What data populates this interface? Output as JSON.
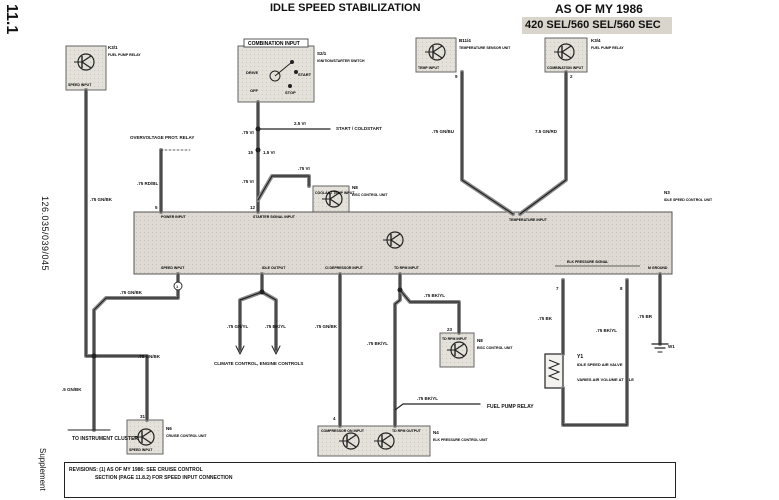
{
  "header": {
    "title": "IDLE SPEED STABILIZATION",
    "as_of": "AS OF MY 1986",
    "models": "420 SEL/560 SEL/560 SEC",
    "page_ref": "11.1",
    "part_no": "126.035/039/045",
    "supplement": "Supplement"
  },
  "units": {
    "controller": {
      "code": "N3",
      "name": "IDLE SPEED CONTROL UNIT",
      "inputs": [
        "POWER INPUT",
        "STARTER SIGNAL INPUT",
        "TEMPERATURE INPUT"
      ],
      "outputs": [
        "SPEED INPUT",
        "IDLE OUTPUT",
        "CI DEPRESSOR INPUT",
        "TD RPM INPUT",
        "ELK PRESSURE SIGNAL",
        "M GROUND"
      ]
    },
    "fuel_pump_relay_left": {
      "code": "K3/1",
      "name": "FUEL PUMP RELAY",
      "tag": "SPEED INPUT"
    },
    "ignition_switch": {
      "code": "S2/1",
      "name": "IGNITION/STARTER SWITCH",
      "tag": "COMBINATION INPUT",
      "positions": [
        "DRIVE",
        "START",
        "STOP"
      ],
      "body": "OFF"
    },
    "temp_sender": {
      "code": "B11/4",
      "name": "TEMPERATURE SENSOR UNIT",
      "tag": "TEMP INPUT"
    },
    "fuel_pump_relay_right": {
      "code": "K3/4",
      "name": "FUEL PUMP RELAY",
      "tag": "COMBINATION INPUT"
    },
    "eisc_top": {
      "code": "N8",
      "name": "EISC CONTROL UNIT",
      "tag": "COOLANT TEMP INPUT"
    },
    "eisc_mid": {
      "code": "N8",
      "name": "EISC CONTROL UNIT",
      "tag": "TD RPM INPUT"
    },
    "cruise": {
      "code": "N6",
      "name": "CRUISE CONTROL UNIT",
      "tag": "SPEED INPUT"
    },
    "bottom_unit": {
      "code": "N4",
      "name": "ELK PRESSURE CONTROL UNIT",
      "tags": [
        "COMPRESSOR ON INPUT",
        "TD RPM OUTPUT"
      ]
    },
    "valve": {
      "code": "Y1",
      "name": "IDLE SPEED AIR VALVE",
      "desc": "VARIES AIR VOLUME AT IDLE"
    }
  },
  "labels": {
    "overvoltage": "OVERVOLTAGE PROT. RELAY",
    "start": "START / COLDSTART",
    "climate": "CLIMATE CONTROL, ENGINE CONTROLS",
    "instrument": "TO INSTRUMENT CLUSTER",
    "fuel_pump": "FUEL PUMP RELAY",
    "ground": "W1"
  },
  "wires": {
    "w_feed_left": ".75 GN/BK",
    "w_power": ".75 RD/BL",
    "w_ign": ".75 VI",
    "w_ign_dash": "1.5 VI",
    "w_starter": ".75 VI",
    "w_start_out": "2.5 VI",
    "w_eisc_top": ".75 VI",
    "w_temp": ".75 GN/BU",
    "w_fuel_r": "7.5 GN/RD",
    "w_speed": ".75 GN/BK",
    "w_inst": ".5 GN/BK",
    "w_cruise": ".75 GN/BK",
    "w_idle1": ".75 GN/YL",
    "w_idle2": ".75 BK/YL",
    "w_depr": ".75 GN/BK",
    "w_rpm": ".75 BK/YL",
    "w_rpm_br": ".75 BK/YL",
    "w_pump_out": ".75 BK/YL",
    "w_valve1": ".75 BK",
    "w_valve2": ".75 BK/YL",
    "w_gnd": ".75 BR"
  },
  "pins": {
    "p_power": "5",
    "p_start_in": "12",
    "p_start_mid": "15",
    "p_temp": "9",
    "p_fuel_r": "2",
    "p_speed_circle": "1",
    "p_valve1": "7",
    "p_valve2": "8",
    "p_cruise": "31",
    "p_eisc": "23",
    "p_bottom": "4"
  },
  "revision": {
    "line1": "REVISIONS: (1) AS OF MY 1986: SEE CRUISE CONTROL",
    "line2": "SECTION (PAGE 11.8.2) FOR SPEED INPUT CONNECTION"
  }
}
